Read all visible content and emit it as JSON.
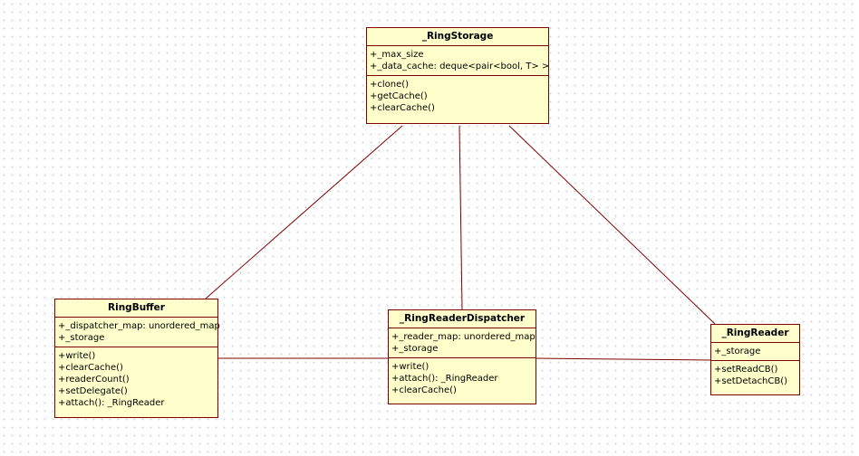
{
  "diagram": {
    "classes": [
      {
        "id": "storage",
        "name": "_RingStorage",
        "attributes": [
          "+_max_size",
          "+_data_cache: deque<pair<bool, T> >"
        ],
        "operations": [
          "+clone()",
          "+getCache()",
          "+clearCache()"
        ]
      },
      {
        "id": "buffer",
        "name": "RingBuffer",
        "attributes": [
          "+_dispatcher_map: unordered_map",
          "+_storage"
        ],
        "operations": [
          "+write()",
          "+clearCache()",
          "+readerCount()",
          "+setDelegate()",
          "+attach(): _RingReader"
        ]
      },
      {
        "id": "dispatcher",
        "name": "_RingReaderDispatcher",
        "attributes": [
          "+_reader_map: unordered_map",
          "+_storage"
        ],
        "operations": [
          "+write()",
          "+attach(): _RingReader",
          "+clearCache()"
        ]
      },
      {
        "id": "reader",
        "name": "_RingReader",
        "attributes": [
          "+_storage"
        ],
        "operations": [
          "+setReadCB()",
          "+setDetachCB()"
        ]
      }
    ],
    "associations": [
      {
        "from": "storage",
        "to": "buffer"
      },
      {
        "from": "storage",
        "to": "dispatcher"
      },
      {
        "from": "storage",
        "to": "reader"
      },
      {
        "from": "buffer",
        "to": "dispatcher"
      },
      {
        "from": "dispatcher",
        "to": "reader"
      }
    ],
    "line_color": "#800000",
    "class_fill": "#ffffcc"
  }
}
